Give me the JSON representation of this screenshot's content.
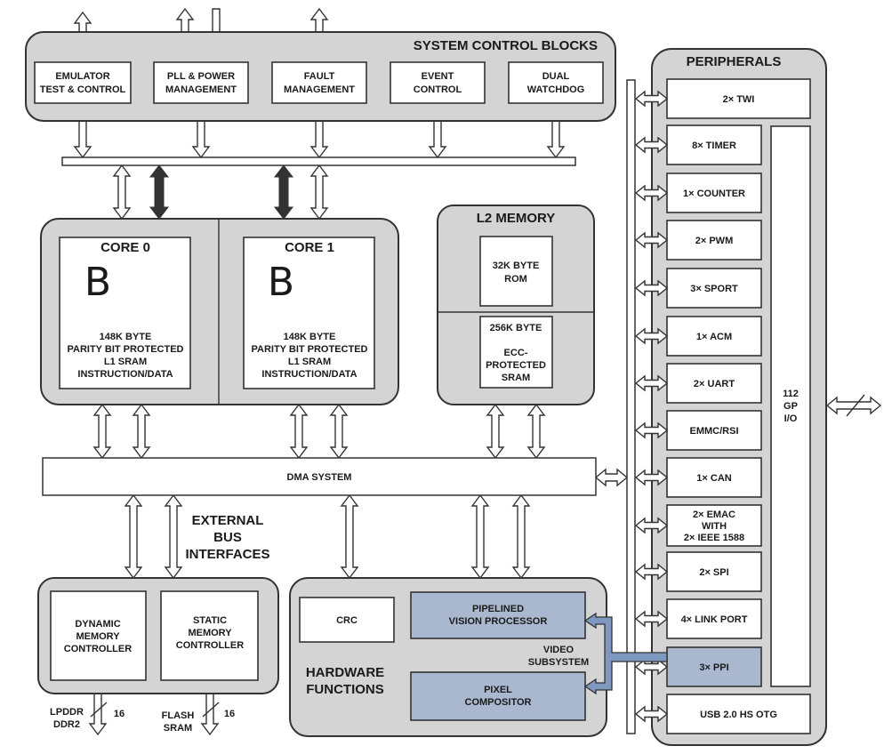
{
  "system_control": {
    "title": "SYSTEM CONTROL BLOCKS",
    "blocks": [
      {
        "line1": "EMULATOR",
        "line2": "TEST & CONTROL"
      },
      {
        "line1": "PLL & POWER",
        "line2": "MANAGEMENT"
      },
      {
        "line1": "FAULT",
        "line2": "MANAGEMENT"
      },
      {
        "line1": "EVENT",
        "line2": "CONTROL"
      },
      {
        "line1": "DUAL",
        "line2": "WATCHDOG"
      }
    ]
  },
  "cores": [
    {
      "title": "CORE 0",
      "logo": "B",
      "mem1": "148K BYTE",
      "mem2": "PARITY BIT PROTECTED",
      "mem3": "L1 SRAM",
      "mem4": "INSTRUCTION/DATA"
    },
    {
      "title": "CORE 1",
      "logo": "B",
      "mem1": "148K BYTE",
      "mem2": "PARITY BIT PROTECTED",
      "mem3": "L1 SRAM",
      "mem4": "INSTRUCTION/DATA"
    }
  ],
  "l2": {
    "title": "L2 MEMORY",
    "rom1": "32K BYTE",
    "rom2": "ROM",
    "sram1": "256K BYTE",
    "sram2": "ECC-",
    "sram3": "PROTECTED",
    "sram4": "SRAM"
  },
  "dma": {
    "label": "DMA SYSTEM"
  },
  "external_bus": {
    "line1": "EXTERNAL",
    "line2": "BUS",
    "line3": "INTERFACES"
  },
  "ext_blocks": {
    "dmc1": "DYNAMIC",
    "dmc2": "MEMORY",
    "dmc3": "CONTROLLER",
    "smc1": "STATIC",
    "smc2": "MEMORY",
    "smc3": "CONTROLLER",
    "lpddr1": "LPDDR",
    "lpddr2": "DDR2",
    "lpddr_width": "16",
    "flash1": "FLASH",
    "flash2": "SRAM",
    "flash_width": "16"
  },
  "hardware": {
    "title1": "HARDWARE",
    "title2": "FUNCTIONS",
    "crc": "CRC",
    "pvp1": "PIPELINED",
    "pvp2": "VISION PROCESSOR",
    "pix1": "PIXEL",
    "pix2": "COMPOSITOR",
    "video1": "VIDEO",
    "video2": "SUBSYSTEM"
  },
  "peripherals": {
    "title": "PERIPHERALS",
    "items": [
      [
        "2× TWI"
      ],
      [
        "8× TIMER"
      ],
      [
        "1× COUNTER"
      ],
      [
        "2× PWM"
      ],
      [
        "3× SPORT"
      ],
      [
        "1× ACM"
      ],
      [
        "2× UART"
      ],
      [
        "EMMC/RSI"
      ],
      [
        "1× CAN"
      ],
      [
        "2× EMAC",
        "WITH",
        "2× IEEE 1588"
      ],
      [
        "2× SPI"
      ],
      [
        "4× LINK PORT"
      ],
      [
        "3× PPI"
      ],
      [
        "USB 2.0 HS OTG"
      ]
    ],
    "gpio1": "112",
    "gpio2": "GP",
    "gpio3": "I/O"
  },
  "colors": {
    "group_fill": "#d4d4d4",
    "highlight_fill": "#a9b7cf",
    "stroke": "#333333"
  }
}
